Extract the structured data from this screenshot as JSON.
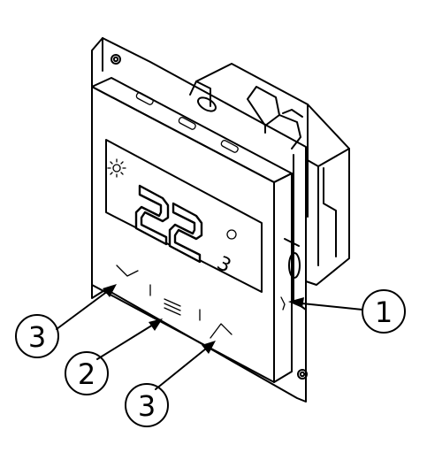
{
  "display": {
    "temperature_main": "22",
    "temperature_decimal": "3",
    "sun_icon": "sun-icon",
    "indicator_icon": "status-dot-icon"
  },
  "buttons": {
    "down_icon": "chevron-down-icon",
    "menu_icon": "menu-lines-icon",
    "up_icon": "chevron-up-icon"
  },
  "callouts": [
    {
      "label": "1"
    },
    {
      "label": "2"
    },
    {
      "label": "3"
    },
    {
      "label": "3"
    }
  ],
  "colors": {
    "ink": "#000000",
    "paper": "#ffffff"
  }
}
